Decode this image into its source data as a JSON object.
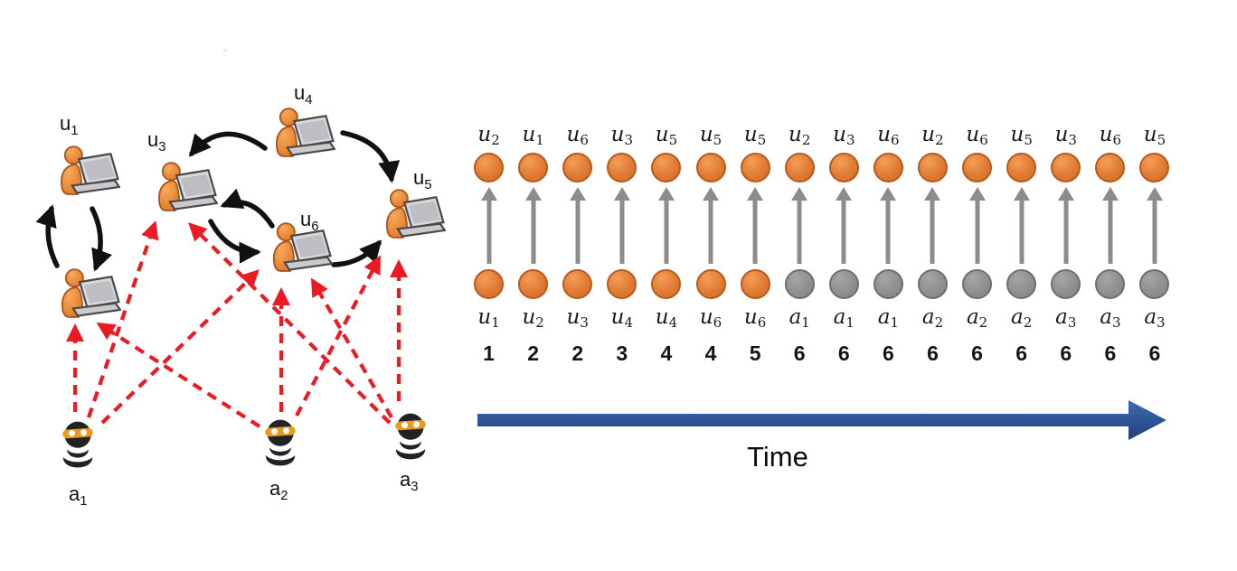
{
  "watermark": "*",
  "graph": {
    "nodes": {
      "u1": {
        "base": "u",
        "sub": "1"
      },
      "u3": {
        "base": "u",
        "sub": "3"
      },
      "u4": {
        "base": "u",
        "sub": "4"
      },
      "u5": {
        "base": "u",
        "sub": "5"
      },
      "u6": {
        "base": "u",
        "sub": "6"
      },
      "a1": {
        "base": "a",
        "sub": "1"
      },
      "a2": {
        "base": "a",
        "sub": "2"
      },
      "a3": {
        "base": "a",
        "sub": "3"
      }
    },
    "unlabeled_user_node_present": true,
    "trust_edges": [
      [
        "u2",
        "u1"
      ],
      [
        "u1",
        "u2"
      ],
      [
        "u4",
        "u3"
      ],
      [
        "u4",
        "u5"
      ],
      [
        "u6",
        "u3"
      ],
      [
        "u3",
        "u6"
      ],
      [
        "u6",
        "u5"
      ]
    ],
    "attack_edges": [
      [
        "a1",
        "u2"
      ],
      [
        "a1",
        "u3"
      ],
      [
        "a1",
        "u6"
      ],
      [
        "a2",
        "u2"
      ],
      [
        "a2",
        "u6"
      ],
      [
        "a2",
        "u5"
      ],
      [
        "a3",
        "u3"
      ],
      [
        "a3",
        "u6"
      ],
      [
        "a3",
        "u5"
      ]
    ],
    "colors": {
      "trust_edge": "#111111",
      "attack_edge": "#EC1B23",
      "user_body": "#EE8A33",
      "laptop": "#C9C9CE",
      "attacker_body": "#222222",
      "attacker_band": "#E89C1E"
    }
  },
  "timeline": {
    "columns": [
      {
        "top_base": "u",
        "top_sub": "2",
        "bottom_base": "u",
        "bottom_sub": "1",
        "time": "1",
        "bottom_type": "user"
      },
      {
        "top_base": "u",
        "top_sub": "1",
        "bottom_base": "u",
        "bottom_sub": "2",
        "time": "2",
        "bottom_type": "user"
      },
      {
        "top_base": "u",
        "top_sub": "6",
        "bottom_base": "u",
        "bottom_sub": "3",
        "time": "2",
        "bottom_type": "user"
      },
      {
        "top_base": "u",
        "top_sub": "3",
        "bottom_base": "u",
        "bottom_sub": "4",
        "time": "3",
        "bottom_type": "user"
      },
      {
        "top_base": "u",
        "top_sub": "5",
        "bottom_base": "u",
        "bottom_sub": "4",
        "time": "4",
        "bottom_type": "user"
      },
      {
        "top_base": "u",
        "top_sub": "5",
        "bottom_base": "u",
        "bottom_sub": "6",
        "time": "4",
        "bottom_type": "user"
      },
      {
        "top_base": "u",
        "top_sub": "5",
        "bottom_base": "u",
        "bottom_sub": "6",
        "time": "5",
        "bottom_type": "user"
      },
      {
        "top_base": "u",
        "top_sub": "2",
        "bottom_base": "a",
        "bottom_sub": "1",
        "time": "6",
        "bottom_type": "attacker"
      },
      {
        "top_base": "u",
        "top_sub": "3",
        "bottom_base": "a",
        "bottom_sub": "1",
        "time": "6",
        "bottom_type": "attacker"
      },
      {
        "top_base": "u",
        "top_sub": "6",
        "bottom_base": "a",
        "bottom_sub": "1",
        "time": "6",
        "bottom_type": "attacker"
      },
      {
        "top_base": "u",
        "top_sub": "2",
        "bottom_base": "a",
        "bottom_sub": "2",
        "time": "6",
        "bottom_type": "attacker"
      },
      {
        "top_base": "u",
        "top_sub": "6",
        "bottom_base": "a",
        "bottom_sub": "2",
        "time": "6",
        "bottom_type": "attacker"
      },
      {
        "top_base": "u",
        "top_sub": "5",
        "bottom_base": "a",
        "bottom_sub": "2",
        "time": "6",
        "bottom_type": "attacker"
      },
      {
        "top_base": "u",
        "top_sub": "3",
        "bottom_base": "a",
        "bottom_sub": "3",
        "time": "6",
        "bottom_type": "attacker"
      },
      {
        "top_base": "u",
        "top_sub": "6",
        "bottom_base": "a",
        "bottom_sub": "3",
        "time": "6",
        "bottom_type": "attacker"
      },
      {
        "top_base": "u",
        "top_sub": "5",
        "bottom_base": "a",
        "bottom_sub": "3",
        "time": "6",
        "bottom_type": "attacker"
      }
    ],
    "time_label": "Time",
    "colors": {
      "user_node": "#E07B34",
      "attacker_node": "#8E8E8E",
      "pair_arrow": "#8C8C8C",
      "time_arrow": "#2E5AA0"
    }
  }
}
